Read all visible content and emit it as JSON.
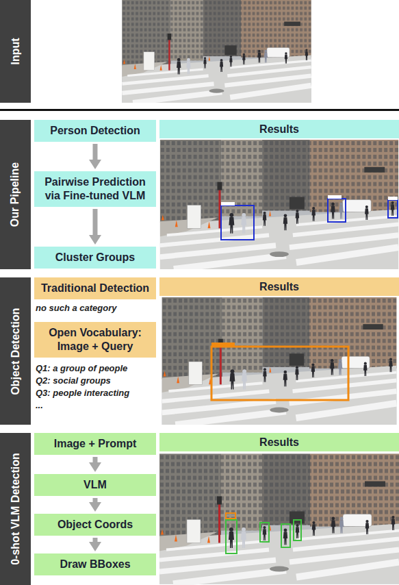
{
  "diagram": {
    "nodes": [
      {
        "text": [
          "Input"
        ]
      },
      {
        "text": [
          "Our Pipeline"
        ]
      },
      {
        "text": [
          "Person Detection"
        ]
      },
      {
        "text": [
          "Pairwise Prediction via Fine-tuned VLM"
        ]
      },
      {
        "text": [
          "Cluster Groups"
        ]
      },
      {
        "text": [
          "Results"
        ]
      },
      {
        "text": [
          "Object Detection"
        ]
      },
      {
        "text": [
          "Traditional Detection"
        ]
      },
      {
        "text": [
          "Open Vocabulary: Image + Query"
        ]
      },
      {
        "text": [
          "Results"
        ]
      },
      {
        "text": [
          "0-shot VLM Detection"
        ]
      },
      {
        "text": [
          "Image + Prompt"
        ]
      },
      {
        "text": [
          "VLM"
        ]
      },
      {
        "text": [
          "Object Coords"
        ]
      },
      {
        "text": [
          "Draw BBoxes"
        ]
      },
      {
        "text": [
          "Results"
        ]
      }
    ],
    "edges": [
      {
        "from": 2,
        "to": 3,
        "arrow": "to"
      },
      {
        "from": 3,
        "to": 4,
        "arrow": "to"
      },
      {
        "from": 11,
        "to": 12,
        "arrow": "to"
      },
      {
        "from": 12,
        "to": 13,
        "arrow": "to"
      },
      {
        "from": 13,
        "to": 14,
        "arrow": "to"
      }
    ],
    "labels": [
      "no such a category",
      "Q1: a group of people",
      "Q2: social groups",
      "Q3: people interacting",
      "..."
    ]
  }
}
